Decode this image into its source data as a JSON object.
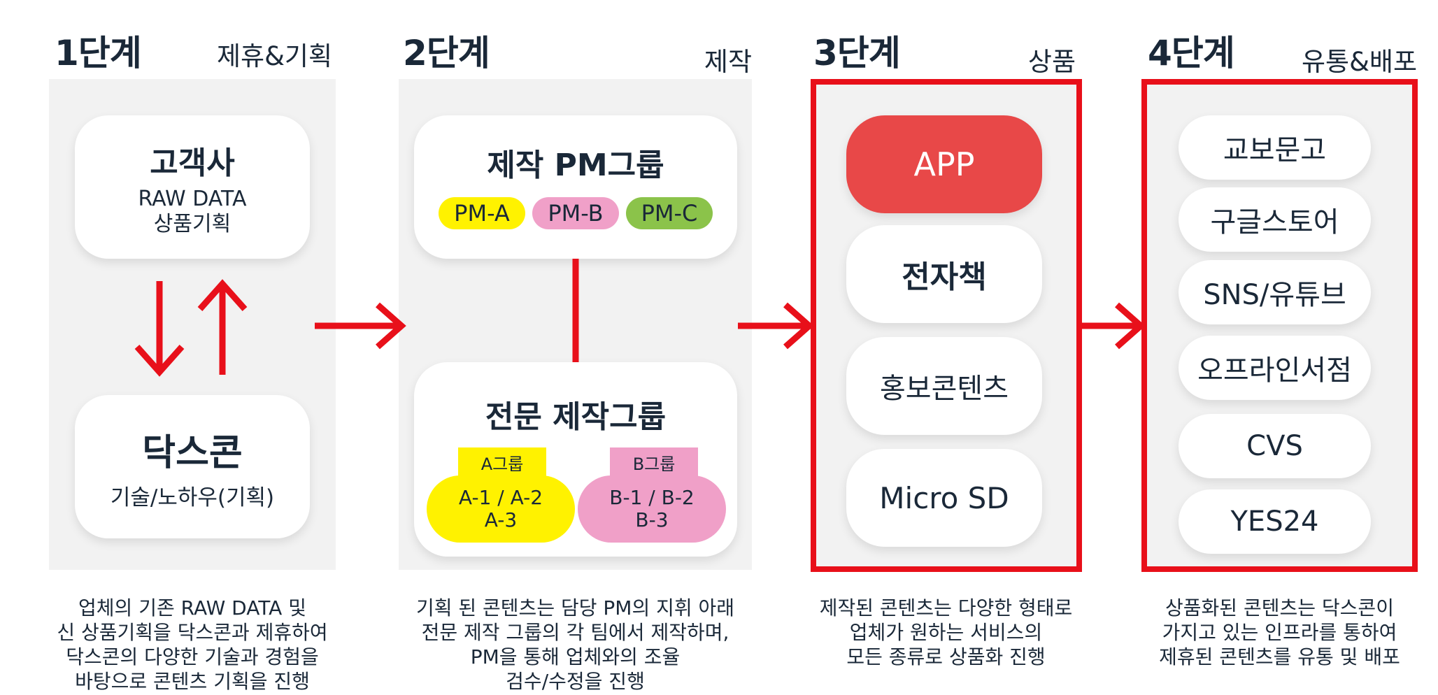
{
  "colors": {
    "accent_red": "#e8101a",
    "app_red": "#e84848",
    "yellow": "#fff200",
    "pink": "#f0a0c8",
    "green": "#8bc34a"
  },
  "stages": [
    {
      "title": "1단계",
      "subtitle": "제휴&기획"
    },
    {
      "title": "2단계",
      "subtitle": "제작"
    },
    {
      "title": "3단계",
      "subtitle": "상품"
    },
    {
      "title": "4단계",
      "subtitle": "유통&배포"
    }
  ],
  "stage1": {
    "client": {
      "title": "고객사",
      "line1": "RAW DATA",
      "line2": "상품기획"
    },
    "company": {
      "title": "닥스콘",
      "line1": "기술/노하우(기획)"
    }
  },
  "stage2": {
    "pm_group": {
      "title": "제작 PM그룹",
      "tags": [
        "PM-A",
        "PM-B",
        "PM-C"
      ]
    },
    "expert_group": {
      "title": "전문 제작그룹",
      "group_a": {
        "label": "A그룹",
        "line1": "A-1 / A-2",
        "line2": "A-3"
      },
      "group_b": {
        "label": "B그룹",
        "line1": "B-1 / B-2",
        "line2": "B-3"
      }
    }
  },
  "stage3": {
    "items": [
      "APP",
      "전자책",
      "홍보콘텐츠",
      "Micro SD"
    ]
  },
  "stage4": {
    "items": [
      "교보문고",
      "구글스토어",
      "SNS/유튜브",
      "오프라인서점",
      "CVS",
      "YES24"
    ]
  },
  "descriptions": [
    [
      "업체의 기존 RAW DATA 및",
      "신 상품기획을 닥스콘과 제휴하여",
      "닥스콘의 다양한 기술과 경험을",
      "바탕으로 콘텐츠 기획을 진행"
    ],
    [
      "기획 된 콘텐츠는 담당 PM의 지휘 아래",
      "전문 제작 그룹의 각 팀에서 제작하며,",
      "PM을 통해 업체와의 조율",
      "검수/수정을 진행"
    ],
    [
      "제작된 콘텐츠는 다양한 형태로",
      "업체가 원하는 서비스의",
      "모든 종류로 상품화 진행"
    ],
    [
      "상품화된 콘텐츠는 닥스콘이",
      "가지고 있는 인프라를 통하여",
      "제휴된 콘텐츠를 유통 및 배포"
    ]
  ]
}
